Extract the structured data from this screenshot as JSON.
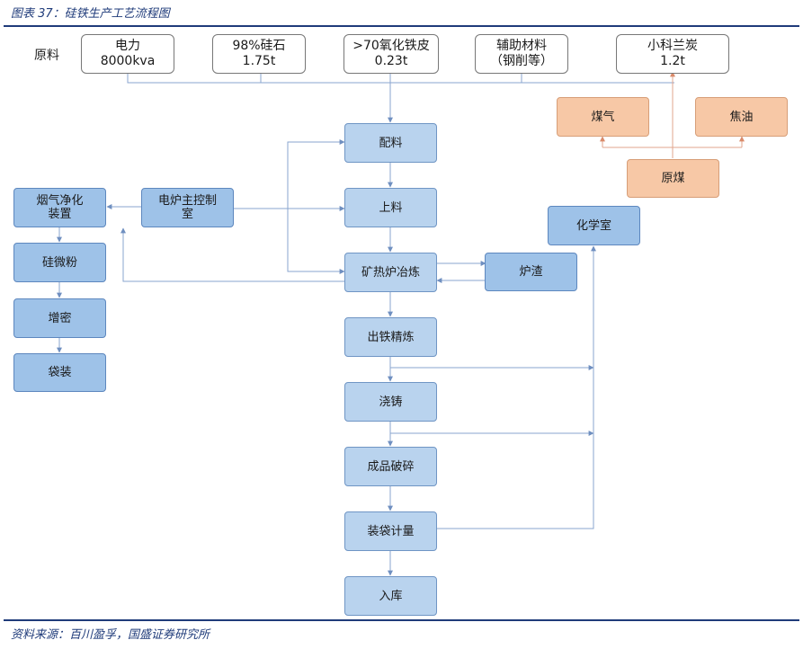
{
  "figure": {
    "title": "图表 37：硅铁生产工艺流程图",
    "source": "资料来源：百川盈孚，国盛证券研究所"
  },
  "raw_label": "原料",
  "raw_materials": [
    {
      "id": "power",
      "text": "电力\n8000kva"
    },
    {
      "id": "silica",
      "text": "98%硅石\n1.75t"
    },
    {
      "id": "iron_oxide",
      "text": ">70氧化铁皮\n0.23t"
    },
    {
      "id": "aux",
      "text": "辅助材料\n（钢削等）"
    },
    {
      "id": "coke",
      "text": "小科兰炭\n1.2t"
    }
  ],
  "main_process": [
    {
      "id": "batching",
      "text": "配料"
    },
    {
      "id": "charging",
      "text": "上料"
    },
    {
      "id": "smelting",
      "text": "矿热炉冶炼"
    },
    {
      "id": "tapping",
      "text": "出铁精炼"
    },
    {
      "id": "casting",
      "text": "浇铸"
    },
    {
      "id": "crushing",
      "text": "成品破碎"
    },
    {
      "id": "bagging",
      "text": "装袋计量"
    },
    {
      "id": "storage",
      "text": "入库"
    }
  ],
  "side_nodes": {
    "control_room": "电炉主控制\n室",
    "gas_cleaning": "烟气净化\n装置",
    "silica_fume": "硅微粉",
    "densify": "增密",
    "pack": "袋装",
    "slag": "炉渣",
    "lab": "化学室",
    "coal_gas": "煤气",
    "tar": "焦油",
    "raw_coal": "原煤"
  },
  "colors": {
    "line": "#8aa6cf",
    "coal_line": "#e2a58c",
    "rule": "#1f3b7a"
  }
}
